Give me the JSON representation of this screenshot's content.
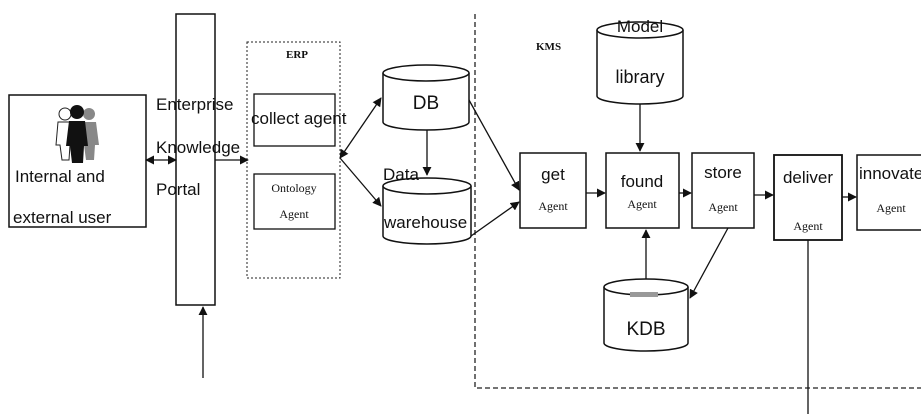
{
  "labels": {
    "user_line1": "Internal and",
    "user_line2": "external user",
    "portal_line1": "Enterprise",
    "portal_line2": "Knowledge",
    "portal_line3": "Portal",
    "erp_title": "ERP",
    "collect_agent": "collect agent",
    "ontology_line1": "Ontology",
    "ontology_line2": "Agent",
    "db": "DB",
    "dw_line1": "Data",
    "dw_line2": "warehouse",
    "kms_title": "KMS",
    "model_line1": "Model",
    "model_line2": "library",
    "get_line1": "get",
    "get_line2": "Agent",
    "found_line1": "found",
    "found_line2": "Agent",
    "store_line1": "store",
    "store_line2": "Agent",
    "deliver_line1": "deliver",
    "deliver_line2": "Agent",
    "innovate_line1": "innovate",
    "innovate_line2": "Agent",
    "kdb": "KDB"
  },
  "icons": {
    "users": "user-group-icon"
  }
}
